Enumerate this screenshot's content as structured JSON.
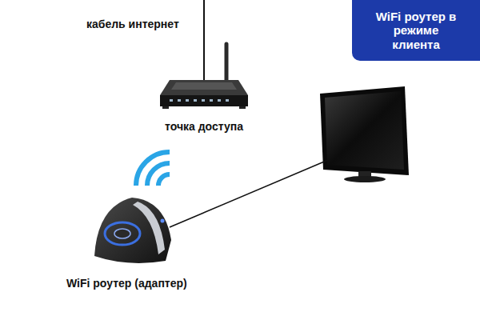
{
  "diagram": {
    "title": "WiFi роутер в режиме клиента",
    "labels": [
      "кабель интернет",
      "точка доступа",
      "WiFi роутер (адаптер)"
    ]
  }
}
